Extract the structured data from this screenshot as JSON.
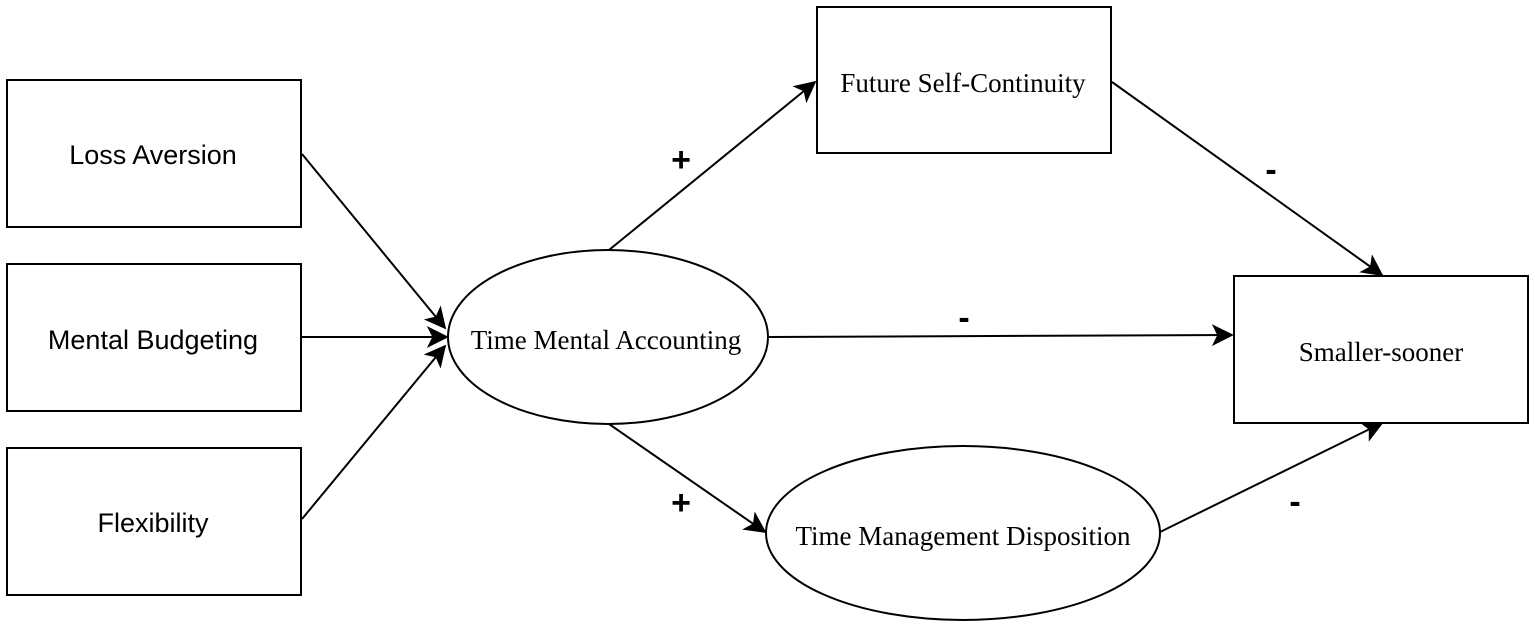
{
  "diagram": {
    "nodes": {
      "loss_aversion": "Loss Aversion",
      "mental_budgeting": "Mental Budgeting",
      "flexibility": "Flexibility",
      "time_mental_accounting": "Time Mental Accounting",
      "future_self_continuity": "Future Self-Continuity",
      "time_management_disposition": "Time Management Disposition",
      "smaller_sooner": "Smaller-sooner"
    },
    "edge_signs": {
      "tma_to_fsc": "+",
      "tma_to_tmd": "+",
      "fsc_to_ss": "-",
      "tma_to_ss": "-",
      "tmd_to_ss": "-"
    },
    "colors": {
      "stroke": "#000000",
      "fill": "#ffffff"
    }
  }
}
